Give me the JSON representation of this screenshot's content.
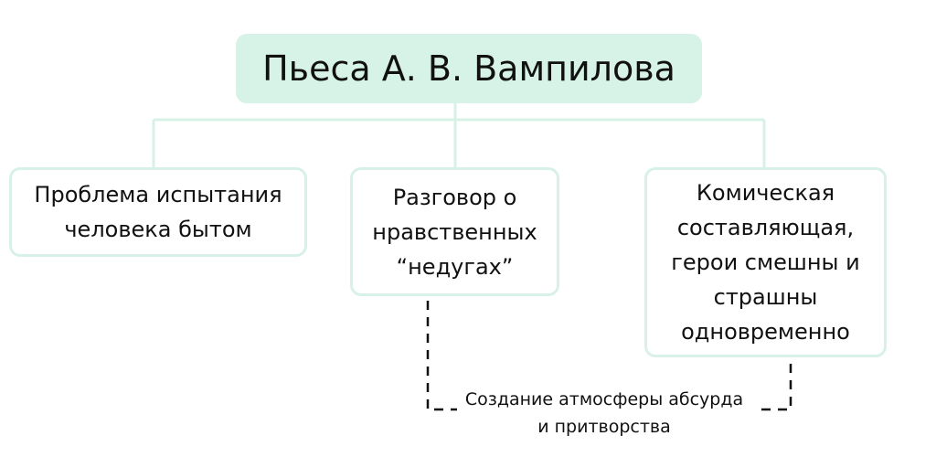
{
  "diagram": {
    "root": {
      "label": "Пьеса А. В. Вампилова"
    },
    "children": [
      {
        "lines": [
          "Проблема испытания",
          "человека бытом"
        ]
      },
      {
        "lines": [
          "Разговор о",
          "нравственных",
          "“недугах”"
        ]
      },
      {
        "lines": [
          "Комическая",
          "составляющая,",
          "герои смешны и",
          "страшны",
          "одновременно"
        ]
      }
    ],
    "annotation": {
      "lines": [
        "Создание атмосферы абсурда",
        "и притворства"
      ]
    }
  }
}
